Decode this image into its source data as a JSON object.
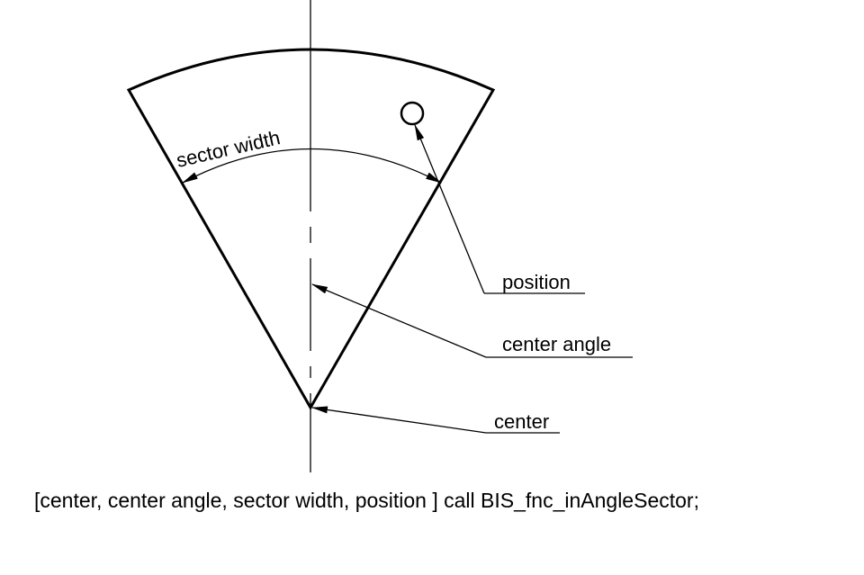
{
  "labels": {
    "sector_width": "sector width",
    "position": "position",
    "center_angle": "center angle",
    "center": "center"
  },
  "caption": "[center, center angle, sector width, position ] call BIS_fnc_inAngleSector;",
  "colors": {
    "ink": "#000000",
    "background": "#ffffff"
  }
}
